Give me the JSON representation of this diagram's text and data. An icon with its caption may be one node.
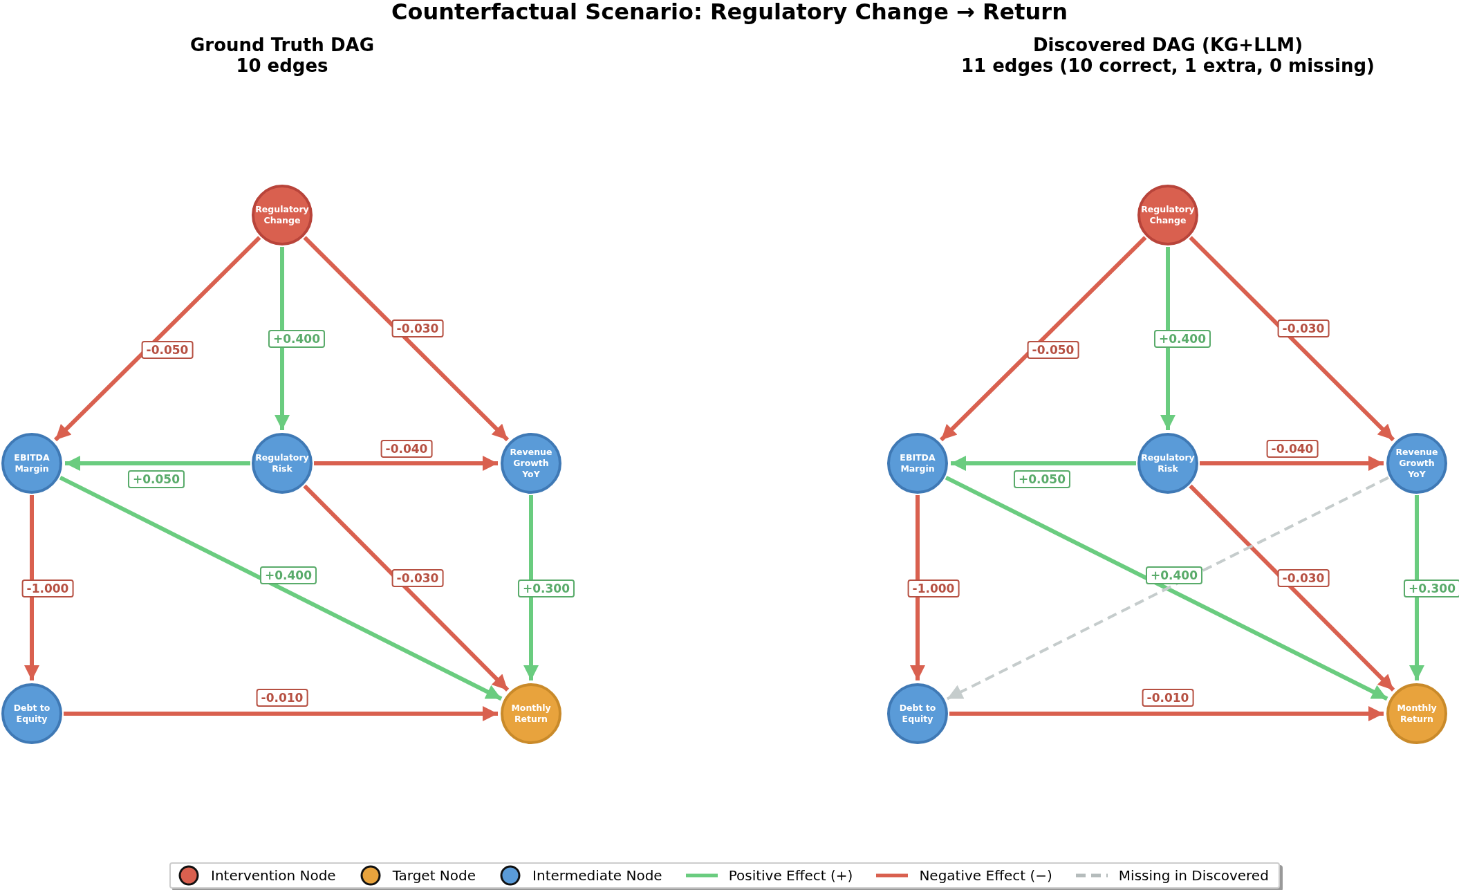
{
  "diagram": {
    "title": "Counterfactual Scenario: Regulatory Change → Return",
    "labels": [
      "Ground Truth DAG",
      "10 edges",
      "Discovered DAG (KG+LLM)",
      "11 edges (10 correct, 1 extra, 0 missing)"
    ],
    "nodes": [
      {
        "text": [
          "Regulatory Change"
        ]
      },
      {
        "text": [
          "EBITDA Margin"
        ]
      },
      {
        "text": [
          "Regulatory Risk"
        ]
      },
      {
        "text": [
          "Revenue Growth YoY"
        ]
      },
      {
        "text": [
          "Debt to Equity"
        ]
      },
      {
        "text": [
          "Monthly Return"
        ]
      },
      {
        "text": [
          "Regulatory Change"
        ]
      },
      {
        "text": [
          "EBITDA Margin"
        ]
      },
      {
        "text": [
          "Regulatory Risk"
        ]
      },
      {
        "text": [
          "Revenue Growth YoY"
        ]
      },
      {
        "text": [
          "Debt to Equity"
        ]
      },
      {
        "text": [
          "Monthly Return"
        ]
      }
    ],
    "edges": [
      {
        "from": 0,
        "to": 1,
        "arrow": "to",
        "label": "-0.050"
      },
      {
        "from": 0,
        "to": 2,
        "arrow": "to",
        "label": "+0.400",
        "color": "#6acc7f"
      },
      {
        "from": 0,
        "to": 3,
        "arrow": "to",
        "label": "-0.030"
      },
      {
        "from": 2,
        "to": 3,
        "arrow": "to",
        "label": "-0.040"
      },
      {
        "from": 2,
        "to": 1,
        "arrow": "to",
        "label": "+0.050",
        "color": "#6acc7f"
      },
      {
        "from": 1,
        "to": 5,
        "arrow": "to",
        "label": "+0.400",
        "color": "#6acc7f"
      },
      {
        "from": 2,
        "to": 5,
        "arrow": "to",
        "label": "-0.030"
      },
      {
        "from": 3,
        "to": 5,
        "arrow": "to",
        "label": "+0.300",
        "color": "#6acc7f"
      },
      {
        "from": 1,
        "to": 4,
        "arrow": "to",
        "label": "-1.000"
      },
      {
        "from": 4,
        "to": 5,
        "arrow": "to",
        "label": "-0.010"
      },
      {
        "from": 6,
        "to": 7,
        "arrow": "to",
        "label": "-0.050"
      },
      {
        "from": 6,
        "to": 8,
        "arrow": "to",
        "label": "+0.400",
        "color": "#6acc7f"
      },
      {
        "from": 6,
        "to": 9,
        "arrow": "to",
        "label": "-0.030"
      },
      {
        "from": 8,
        "to": 9,
        "arrow": "to",
        "label": "-0.040"
      },
      {
        "from": 8,
        "to": 7,
        "arrow": "to",
        "label": "+0.050",
        "color": "#6acc7f"
      },
      {
        "from": 7,
        "to": 11,
        "arrow": "to",
        "label": "+0.400",
        "color": "#6acc7f"
      },
      {
        "from": 8,
        "to": 11,
        "arrow": "to",
        "label": "-0.030"
      },
      {
        "from": 9,
        "to": 11,
        "arrow": "to",
        "label": "+0.300",
        "color": "#6acc7f"
      },
      {
        "from": 7,
        "to": 10,
        "arrow": "to",
        "label": "-1.000"
      },
      {
        "from": 10,
        "to": 11,
        "arrow": "to",
        "label": "-0.010"
      },
      {
        "from": 9,
        "to": 10,
        "arrow": "to",
        "style": "dashed",
        "color": "#c5cccc"
      }
    ],
    "legend": [
      {
        "text": "Intervention Node",
        "color": "#d9604f"
      },
      {
        "text": "Target Node",
        "color": "#e8a33d"
      },
      {
        "text": "Intermediate Node",
        "color": "#5a9bd8"
      },
      {
        "text": "Positive Effect (+)",
        "color": "#6acc7f"
      },
      {
        "text": "Negative Effect (−)",
        "color": "#d9604f"
      },
      {
        "text": "Missing in Discovered",
        "color": "#b5bcbc"
      }
    ]
  }
}
